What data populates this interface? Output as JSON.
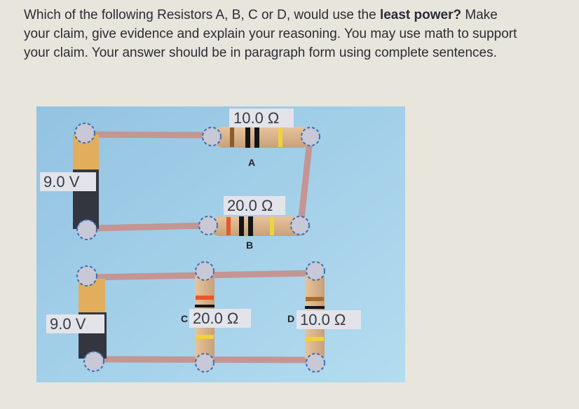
{
  "question": {
    "line1_pre": "Which of the following Resistors A, B, C or D, would use the ",
    "line1_bold": "least power?",
    "line1_post": " Make",
    "line2": "your claim, give evidence and explain your reasoning. You may use math to support",
    "line3": "your claim. Your answer should be in paragraph form using complete sentences."
  },
  "diagram": {
    "series_circuit": {
      "battery_label": "9.0 V",
      "resistor_a": {
        "letter": "A",
        "value": "10.0 Ω"
      },
      "resistor_b": {
        "letter": "B",
        "value": "20.0 Ω"
      }
    },
    "parallel_circuit": {
      "battery_label": "9.0 V",
      "resistor_c": {
        "letter": "C",
        "value": "20.0 Ω"
      },
      "resistor_d": {
        "letter": "D",
        "value": "10.0 Ω"
      }
    }
  },
  "colors": {
    "background": "#e8e5dc",
    "diagram_bg": "#a3cfe8",
    "wire": "#c99a98",
    "resistor_body": "#d9b48a"
  }
}
